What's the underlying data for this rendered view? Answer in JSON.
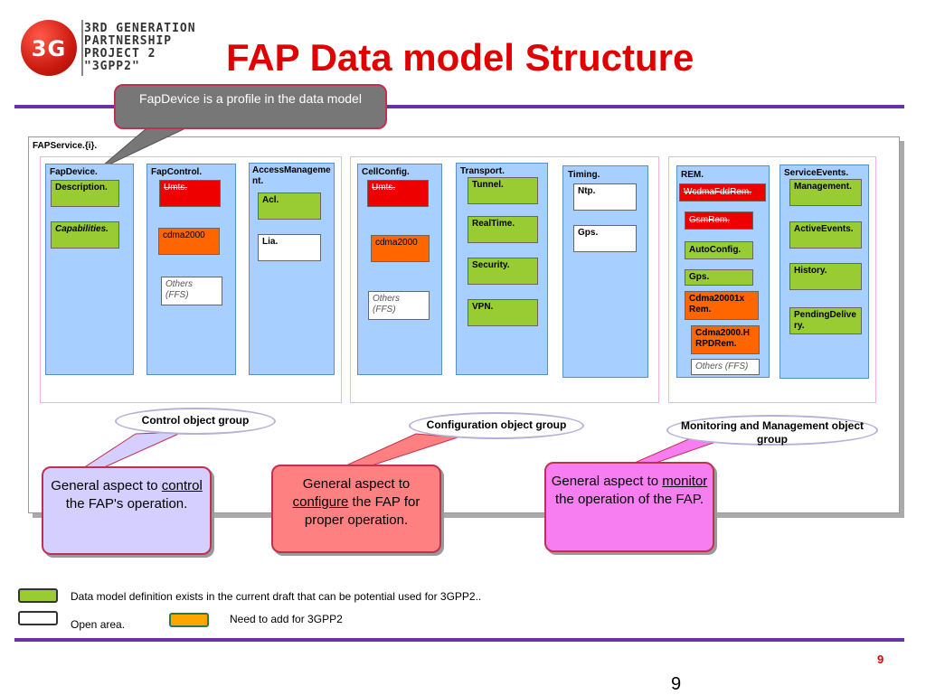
{
  "logo": {
    "badge": "3G",
    "lines": [
      "3RD GENERATION",
      "PARTNERSHIP",
      "PROJECT 2",
      "\"3GPP2\""
    ]
  },
  "title": "FAP Data model Structure",
  "top_callout": "FapDevice is a profile in the data model",
  "root_label": "FAPService.{i}.",
  "columns": {
    "fapdevice": {
      "label": "FapDevice.",
      "items": [
        "Description.",
        "Capabilities."
      ]
    },
    "fapcontrol": {
      "label": "FapControl.",
      "items": [
        "Umts.",
        "cdma2000",
        "Others (FFS)"
      ]
    },
    "access": {
      "label": "AccessManagement.",
      "items": [
        "Acl.",
        "Lia."
      ]
    },
    "cellconfig": {
      "label": "CellConfig.",
      "items": [
        "Umts.",
        "cdma2000",
        "Others (FFS)"
      ]
    },
    "transport": {
      "label": "Transport.",
      "items": [
        "Tunnel.",
        "RealTime.",
        "Security.",
        "VPN."
      ]
    },
    "timing": {
      "label": "Timing.",
      "items": [
        "Ntp.",
        "Gps."
      ]
    },
    "rem": {
      "label": "REM.",
      "items": [
        "WcdmaFddRem.",
        "GsmRem.",
        "AutoConfig.",
        "Gps.",
        "Cdma20001x Rem.",
        "Cdma2000.HRPDRem.",
        "Others (FFS)"
      ]
    },
    "serviceevents": {
      "label": "ServiceEvents.",
      "items": [
        "Management.",
        "ActiveEvents.",
        "History.",
        "PendingDelivery."
      ]
    }
  },
  "groups": [
    "Control object group",
    "Configuration object group",
    "Monitoring and Management object group"
  ],
  "callouts": {
    "control": {
      "pre": "General aspect to ",
      "key": "control",
      "post": " the FAP's operation."
    },
    "configure": {
      "pre": "General aspect to ",
      "key": "configure",
      "post": " the FAP for proper operation."
    },
    "monitor": {
      "pre": "General aspect to ",
      "key": "monitor",
      "post": " the operation of the FAP."
    }
  },
  "legend": {
    "green": "Data model definition exists in the current draft that can be potential used for 3GPP2..",
    "white": "Open area.",
    "orange": "Need to add for 3GPP2"
  },
  "slide_number": "9",
  "page_number": "9",
  "colors": {
    "accent": "#e00000",
    "rule": "#6a32a8",
    "column": "#a7cfff",
    "defined": "#99cc33",
    "need_add": "#ff6600",
    "removed": "#ee0000",
    "group_border": "#f0b0e8"
  }
}
